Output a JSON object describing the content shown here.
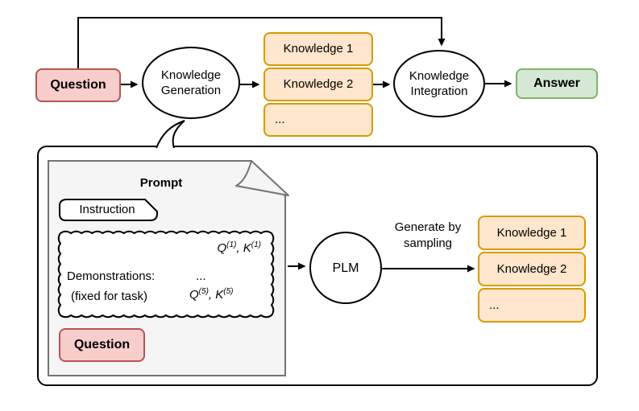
{
  "colors": {
    "node-pink-fill": "#f8cecc",
    "node-pink-stroke": "#b85450",
    "node-orange-fill": "#ffe6cc",
    "node-orange-stroke": "#d79b00",
    "node-green-fill": "#d5e8d4",
    "node-green-stroke": "#82b366",
    "doc-fill": "#f5f5f5",
    "doc-stroke": "#737373",
    "line": "#000000"
  },
  "top_flow": {
    "question": "Question",
    "generation": {
      "line1": "Knowledge",
      "line2": "Generation"
    },
    "knowledge_stack": [
      "Knowledge 1",
      "Knowledge 2",
      "..."
    ],
    "integration": {
      "line1": "Knowledge",
      "line2": "Integration"
    },
    "answer": "Answer"
  },
  "detail_panel": {
    "prompt": {
      "title": "Prompt",
      "instruction": "Instruction",
      "demos": {
        "qk1": {
          "q": "Q",
          "q_sup": "(1)",
          "comma": ", ",
          "k": "K",
          "k_sup": "(1)"
        },
        "label": "Demonstrations:",
        "dots": "...",
        "fixed": "(fixed for task)",
        "qk5": {
          "q": "Q",
          "q_sup": "(5)",
          "comma": ", ",
          "k": "K",
          "k_sup": "(5)"
        }
      },
      "question": "Question"
    },
    "plm": "PLM",
    "sampling_label": {
      "line1": "Generate by",
      "line2": "sampling"
    },
    "knowledge_stack": [
      "Knowledge 1",
      "Knowledge 2",
      "..."
    ]
  }
}
